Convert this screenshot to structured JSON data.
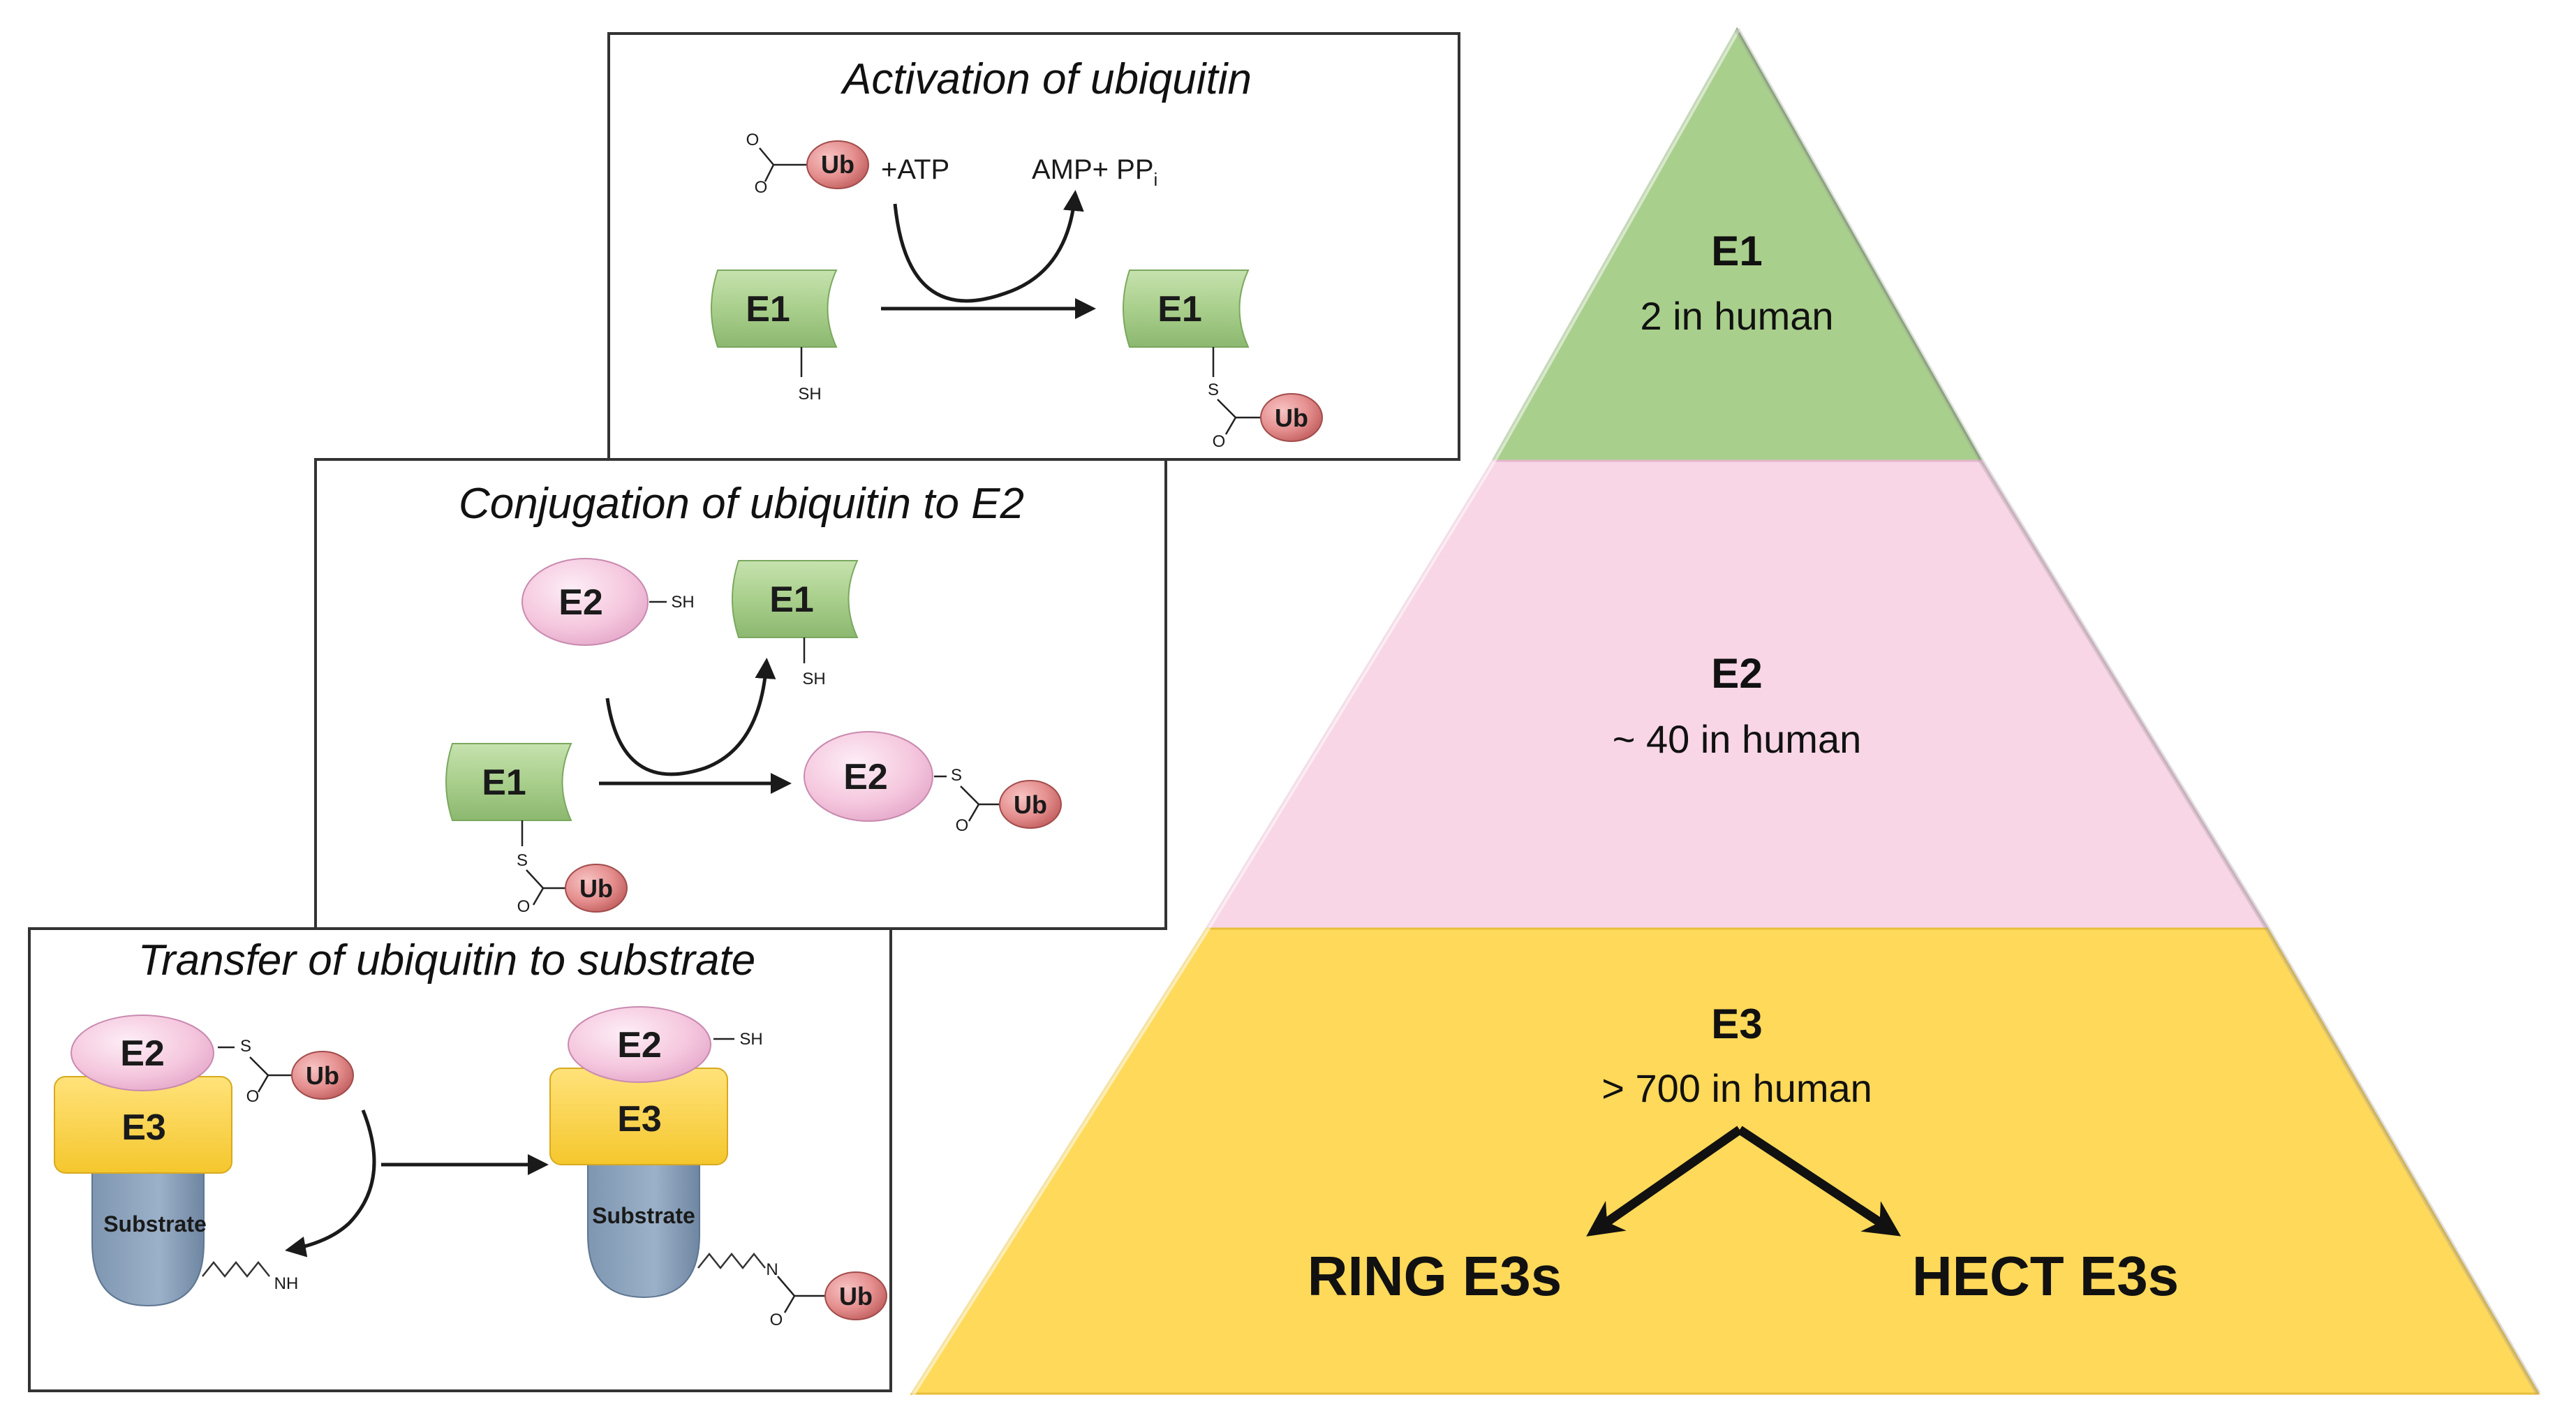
{
  "panels": {
    "activation": {
      "title": "Activation of ubiquitin",
      "e1_label": "E1",
      "ub_label": "Ub",
      "plus_atp": "+ATP",
      "amp": "AMP+ PP",
      "amp_sub": "i",
      "o1": "O",
      "o2": "O",
      "sh": "SH",
      "s": "S",
      "o3": "O"
    },
    "conjugation": {
      "title": "Conjugation of ubiquitin to E2",
      "e1_label": "E1",
      "e2_label": "E2",
      "ub_label": "Ub",
      "sh": "SH",
      "s": "S",
      "o": "O"
    },
    "transfer": {
      "title": "Transfer of ubiquitin to substrate",
      "e2_label": "E2",
      "e3_label": "E3",
      "ub_label": "Ub",
      "substrate": "Substrate",
      "s": "S",
      "o": "O",
      "nh": "NH",
      "sh": "SH",
      "n": "N"
    }
  },
  "pyramid": {
    "e1": {
      "label": "E1",
      "count": "2 in human"
    },
    "e2": {
      "label": "E2",
      "count": "~ 40 in human"
    },
    "e3": {
      "label": "E3",
      "count": "> 700 in human"
    },
    "ring": "RING E3s",
    "hect": "HECT E3s"
  },
  "colors": {
    "e1_green": "#a9cf8c",
    "e2_pink": "#f8d6e6",
    "e3_yellow": "#ffd95a",
    "ub_red": "#e58f8f",
    "substrate_blue": "#8fa6bf"
  }
}
